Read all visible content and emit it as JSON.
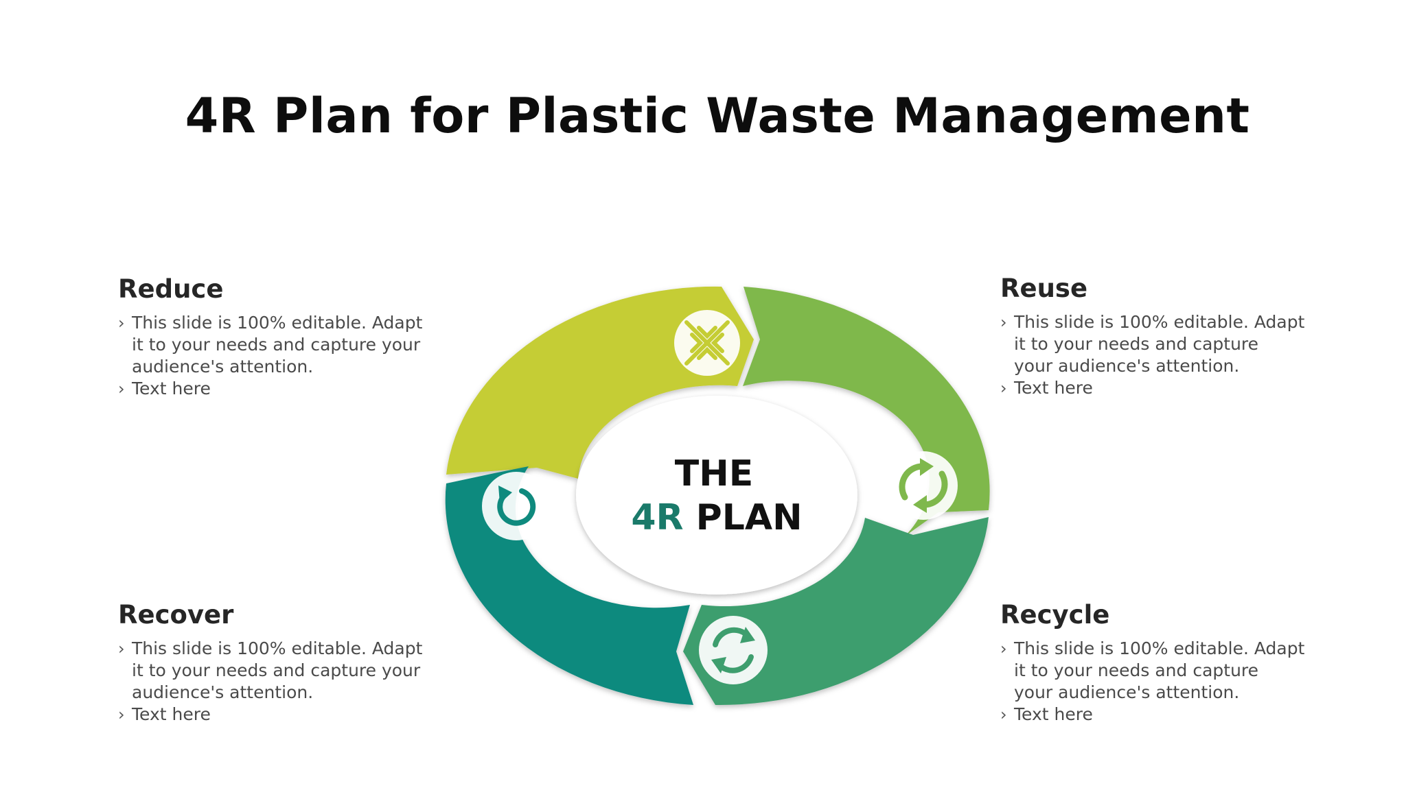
{
  "title": "4R Plan for Plastic Waste Management",
  "center": {
    "line1": "THE",
    "line2_accent": "4R",
    "line2_rest": "PLAN"
  },
  "colors": {
    "reduce": "#c5cd34",
    "reuse": "#7fb84c",
    "recycle": "#3e9e6e",
    "recover": "#0f8a7e",
    "accent_text": "#1a7a6a"
  },
  "sections": [
    {
      "id": "reduce",
      "heading": "Reduce",
      "icon": "arrows-inward-icon",
      "bullets": [
        "This slide is 100% editable. Adapt",
        "it to your needs and capture your",
        "audience's attention."
      ],
      "extra": "Text here"
    },
    {
      "id": "reuse",
      "heading": "Reuse",
      "icon": "reuse-arrows-icon",
      "bullets": [
        "This slide is 100% editable. Adapt",
        "it to your needs and capture",
        "your audience's attention."
      ],
      "extra": "Text here"
    },
    {
      "id": "recover",
      "heading": "Recover",
      "icon": "rotate-icon",
      "bullets": [
        "This slide is 100% editable. Adapt",
        "it to your needs and capture your",
        "audience's attention."
      ],
      "extra": "Text here"
    },
    {
      "id": "recycle",
      "heading": "Recycle",
      "icon": "recycle-icon",
      "bullets": [
        "This slide is 100% editable. Adapt",
        "it to your needs and capture",
        "your audience's attention."
      ],
      "extra": "Text here"
    }
  ],
  "bullet_glyph": "›"
}
